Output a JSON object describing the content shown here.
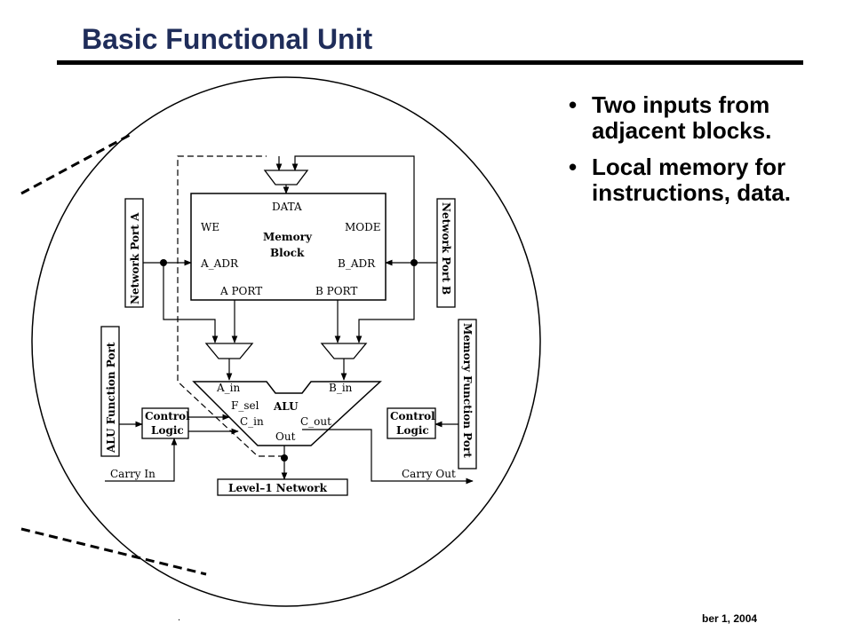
{
  "slide": {
    "title": "Basic Functional Unit",
    "bullets": [
      "Two inputs from adjacent blocks.",
      "Local memory for instructions, data."
    ],
    "footer_left": ".",
    "footer_right": "ber  1, 2004"
  },
  "diagram": {
    "memory_block": {
      "line1": "Memory",
      "line2": "Block"
    },
    "memory_pins": {
      "data": "DATA",
      "we": "WE",
      "mode": "MODE",
      "a_adr": "A_ADR",
      "b_adr": "B_ADR",
      "a_port": "A PORT",
      "b_port": "B PORT"
    },
    "alu": {
      "title": "ALU",
      "a_in": "A_in",
      "b_in": "B_in",
      "f_sel": "F_sel",
      "c_in": "C_in",
      "c_out": "C_out",
      "out": "Out"
    },
    "network_port_a": "Network Port A",
    "network_port_b": "Network Port B",
    "alu_function_port": "ALU Function Port",
    "memory_function_port": "Memory Function Port",
    "control_logic_left": {
      "line1": "Control",
      "line2": "Logic"
    },
    "control_logic_right": {
      "line1": "Control",
      "line2": "Logic"
    },
    "carry_in": "Carry In",
    "carry_out": "Carry Out",
    "level1_network": "Level–1 Network"
  }
}
